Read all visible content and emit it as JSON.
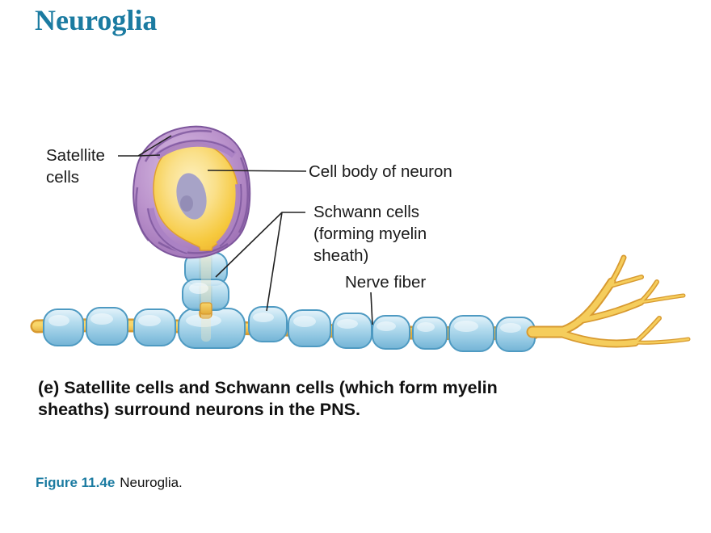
{
  "slide": {
    "title": "Neuroglia"
  },
  "theme": {
    "background": "#ffffff",
    "title_color": "#1b7ba1",
    "text_color": "#1a1a1a",
    "satellite_purple": "#b58cc6",
    "satellite_outline": "#7d569c",
    "cell_body_yellow": "#f6c93e",
    "nucleus_color": "#a7a3c7",
    "myelin_blue": "#a5d4ea",
    "myelin_outline": "#4e9ac2",
    "axon_yellow": "#f0c24a",
    "axon_outline": "#d89a30",
    "leader_line_color": "#222222"
  },
  "diagram": {
    "labels": {
      "satellite_cells": "Satellite cells",
      "cell_body": "Cell body of neuron",
      "schwann_cells": "Schwann cells (forming myelin sheath)",
      "nerve_fiber": "Nerve fiber"
    }
  },
  "caption": {
    "line1": "(e) Satellite cells and Schwann cells (which form myelin",
    "line2": "sheaths) surround neurons in the PNS."
  },
  "figure_caption": {
    "label": "Figure 11.4e",
    "text": "Neuroglia."
  }
}
